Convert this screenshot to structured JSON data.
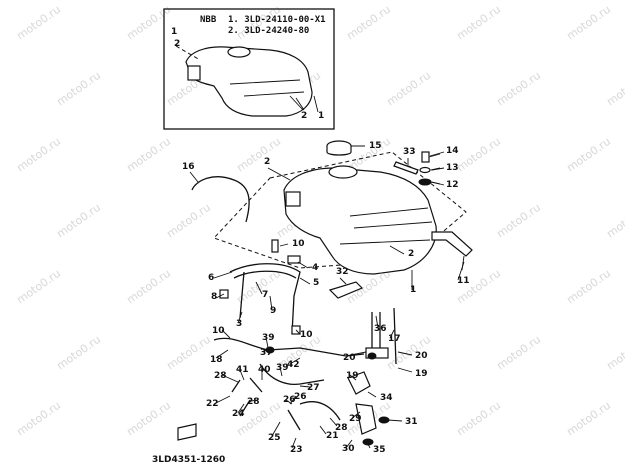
{
  "inset": {
    "nbb_label": "NBB",
    "lines": [
      "1. 3LD-24110-00-X1",
      "2. 3LD-24240-80"
    ],
    "callouts": [
      "1",
      "2",
      "2",
      "1"
    ]
  },
  "callouts": [
    {
      "text": "15"
    },
    {
      "text": "14"
    },
    {
      "text": "33"
    },
    {
      "text": "13"
    },
    {
      "text": "12"
    },
    {
      "text": "2"
    },
    {
      "text": "16"
    },
    {
      "text": "2"
    },
    {
      "text": "10"
    },
    {
      "text": "4"
    },
    {
      "text": "6"
    },
    {
      "text": "32"
    },
    {
      "text": "11"
    },
    {
      "text": "1"
    },
    {
      "text": "5"
    },
    {
      "text": "8"
    },
    {
      "text": "7"
    },
    {
      "text": "10"
    },
    {
      "text": "9"
    },
    {
      "text": "3"
    },
    {
      "text": "10"
    },
    {
      "text": "39"
    },
    {
      "text": "36"
    },
    {
      "text": "17"
    },
    {
      "text": "18"
    },
    {
      "text": "37"
    },
    {
      "text": "20"
    },
    {
      "text": "20"
    },
    {
      "text": "42"
    },
    {
      "text": "19"
    },
    {
      "text": "19"
    },
    {
      "text": "28"
    },
    {
      "text": "41"
    },
    {
      "text": "40"
    },
    {
      "text": "39"
    },
    {
      "text": "27"
    },
    {
      "text": "26"
    },
    {
      "text": "34"
    },
    {
      "text": "22"
    },
    {
      "text": "28"
    },
    {
      "text": "24"
    },
    {
      "text": "26"
    },
    {
      "text": "29"
    },
    {
      "text": "31"
    },
    {
      "text": "25"
    },
    {
      "text": "28"
    },
    {
      "text": "30"
    },
    {
      "text": "21"
    },
    {
      "text": "23"
    },
    {
      "text": "35"
    }
  ],
  "diagram_code": "3LD4351-1260",
  "watermark": "moto0.ru"
}
